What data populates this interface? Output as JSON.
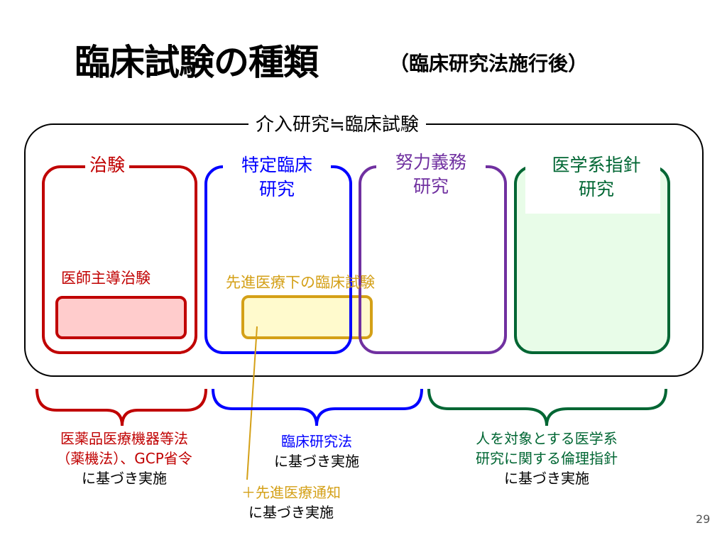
{
  "slide": {
    "title": "臨床試験の種類",
    "subtitle": "（臨床研究法施行後）",
    "page_number": "29"
  },
  "outer_group": {
    "label": "介入研究≒臨床試験",
    "color": "#000000"
  },
  "categories": [
    {
      "id": "chiken",
      "label_line1": "治験",
      "label_line2": "",
      "color": "#C00000",
      "fill": "#FFFFFF",
      "sub": {
        "label": "医師主導治験",
        "color": "#C00000",
        "box_fill": "#FFCCCC"
      },
      "basis": {
        "line1": "医薬品医療機器等法",
        "line2": "（薬機法）、GCP省令",
        "line3": "に基づき実施"
      }
    },
    {
      "id": "tokutei",
      "label_line1": "特定臨床",
      "label_line2": "研究",
      "color": "#0000FF",
      "fill": "#FFFFFF",
      "basis": {
        "line1": "臨床研究法",
        "line2": "に基づき実施"
      }
    },
    {
      "id": "doryoku",
      "label_line1": "努力義務",
      "label_line2": "研究",
      "color": "#7030A0",
      "fill": "#FFFFFF"
    },
    {
      "id": "igakukei",
      "label_line1": "医学系指針",
      "label_line2": "研究",
      "color": "#006633",
      "fill": "#E8FCE8",
      "basis": {
        "line1": "人を対象とする医学系",
        "line2": "研究に関する倫理指針",
        "line3": "に基づき実施"
      }
    }
  ],
  "senshin": {
    "label": "先進医療下の臨床試験",
    "color": "#D4A017",
    "box_fill": "#FFFFCC",
    "note_line1": "＋先進医療通知",
    "note_line2": "に基づき実施"
  },
  "colors": {
    "basis_text": "#000000",
    "senshin_text": "#D4A017"
  }
}
